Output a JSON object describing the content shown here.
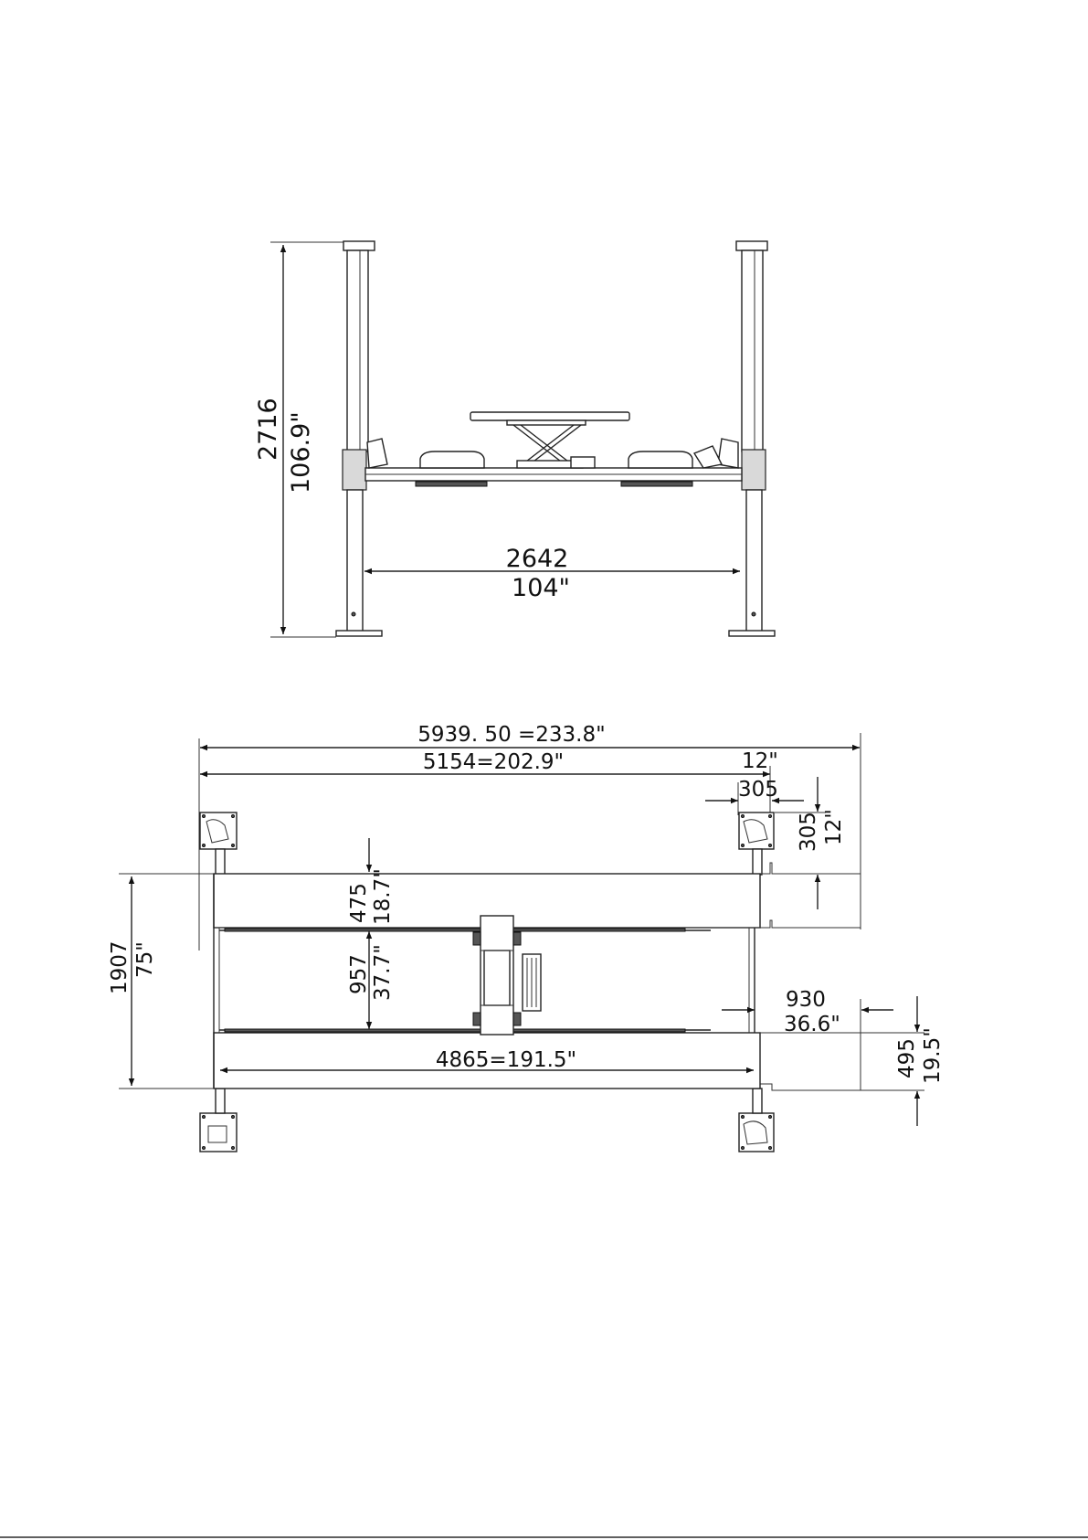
{
  "front_view": {
    "overall_height_mm": "2716",
    "overall_height_in": "106.9\"",
    "post_spacing_mm": "2642",
    "post_spacing_in": "104\""
  },
  "top_view": {
    "overall_length": "5939. 50 =233.8\"",
    "runway_length": "5154=202.9\"",
    "base_plate_in": "12\"",
    "base_plate_mm": "305",
    "base_plate_side_mm": "305",
    "base_plate_side_in": "12\"",
    "runway_width_mm": "475",
    "runway_width_in": "18.7\"",
    "inner_gap_mm": "957",
    "inner_gap_in": "37.7\"",
    "overall_width_mm": "1907",
    "overall_width_in": "75\"",
    "ramp_length_mm": "930",
    "ramp_length_in": "36.6\"",
    "ramp_width_mm": "495",
    "ramp_width_in": "19.5\"",
    "wheelbase_span": "4865=191.5\""
  }
}
